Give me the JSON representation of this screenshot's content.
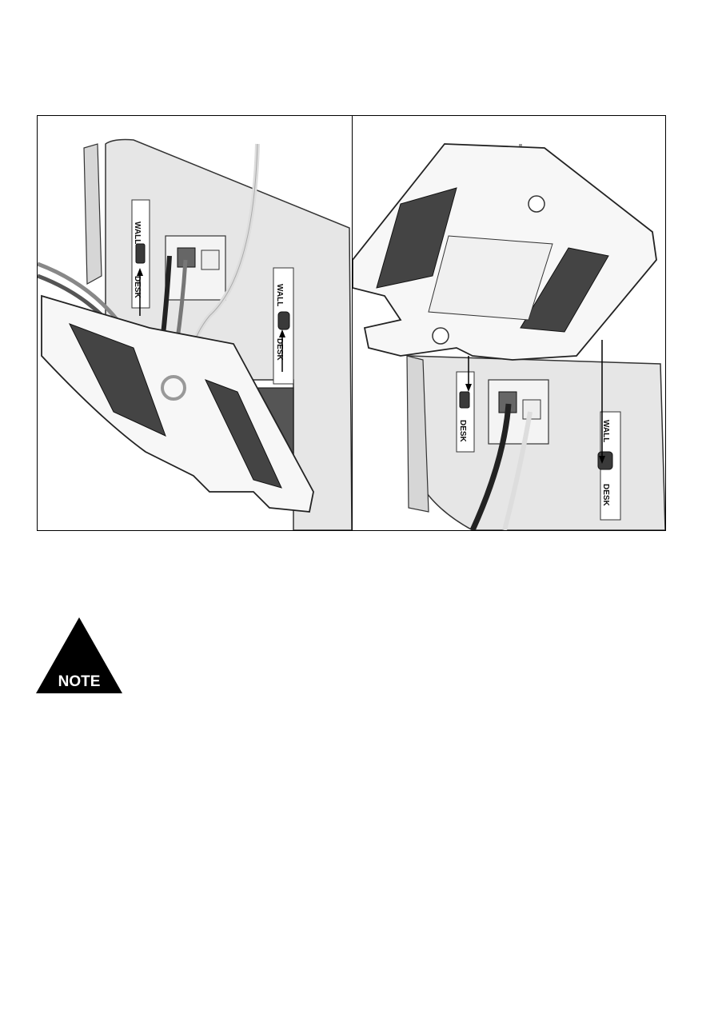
{
  "figure": {
    "left_panel": {
      "wall_label": "WALL",
      "desk_label": "DESK",
      "wall_label_2": "WALL",
      "desk_label_2": "DESK"
    },
    "right_panel": {
      "desk_label": "DESK",
      "wall_label": "WALL",
      "desk_label_2": "DESK"
    }
  },
  "note_icon": {
    "label": "NOTE"
  }
}
